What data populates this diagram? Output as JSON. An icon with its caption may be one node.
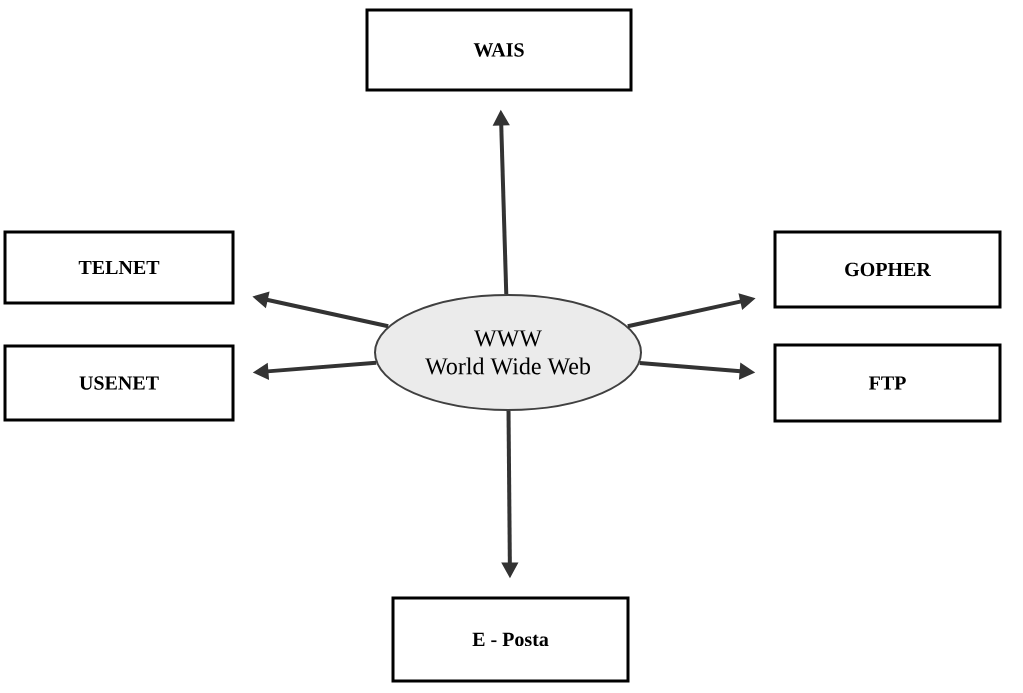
{
  "diagram": {
    "nodes": [
      {
        "text": [
          "WWW",
          "World Wide Web"
        ]
      },
      {
        "text": [
          "WAIS"
        ]
      },
      {
        "text": [
          "TELNET"
        ]
      },
      {
        "text": [
          "GOPHER"
        ]
      },
      {
        "text": [
          "USENET"
        ]
      },
      {
        "text": [
          "FTP"
        ]
      },
      {
        "text": [
          "E - Posta"
        ]
      }
    ],
    "edges": [
      {
        "from": 0,
        "to": 1,
        "arrow": "to"
      },
      {
        "from": 0,
        "to": 2,
        "arrow": "to"
      },
      {
        "from": 0,
        "to": 3,
        "arrow": "to"
      },
      {
        "from": 0,
        "to": 4,
        "arrow": "to"
      },
      {
        "from": 0,
        "to": 5,
        "arrow": "to"
      },
      {
        "from": 0,
        "to": 6,
        "arrow": "to"
      }
    ]
  }
}
